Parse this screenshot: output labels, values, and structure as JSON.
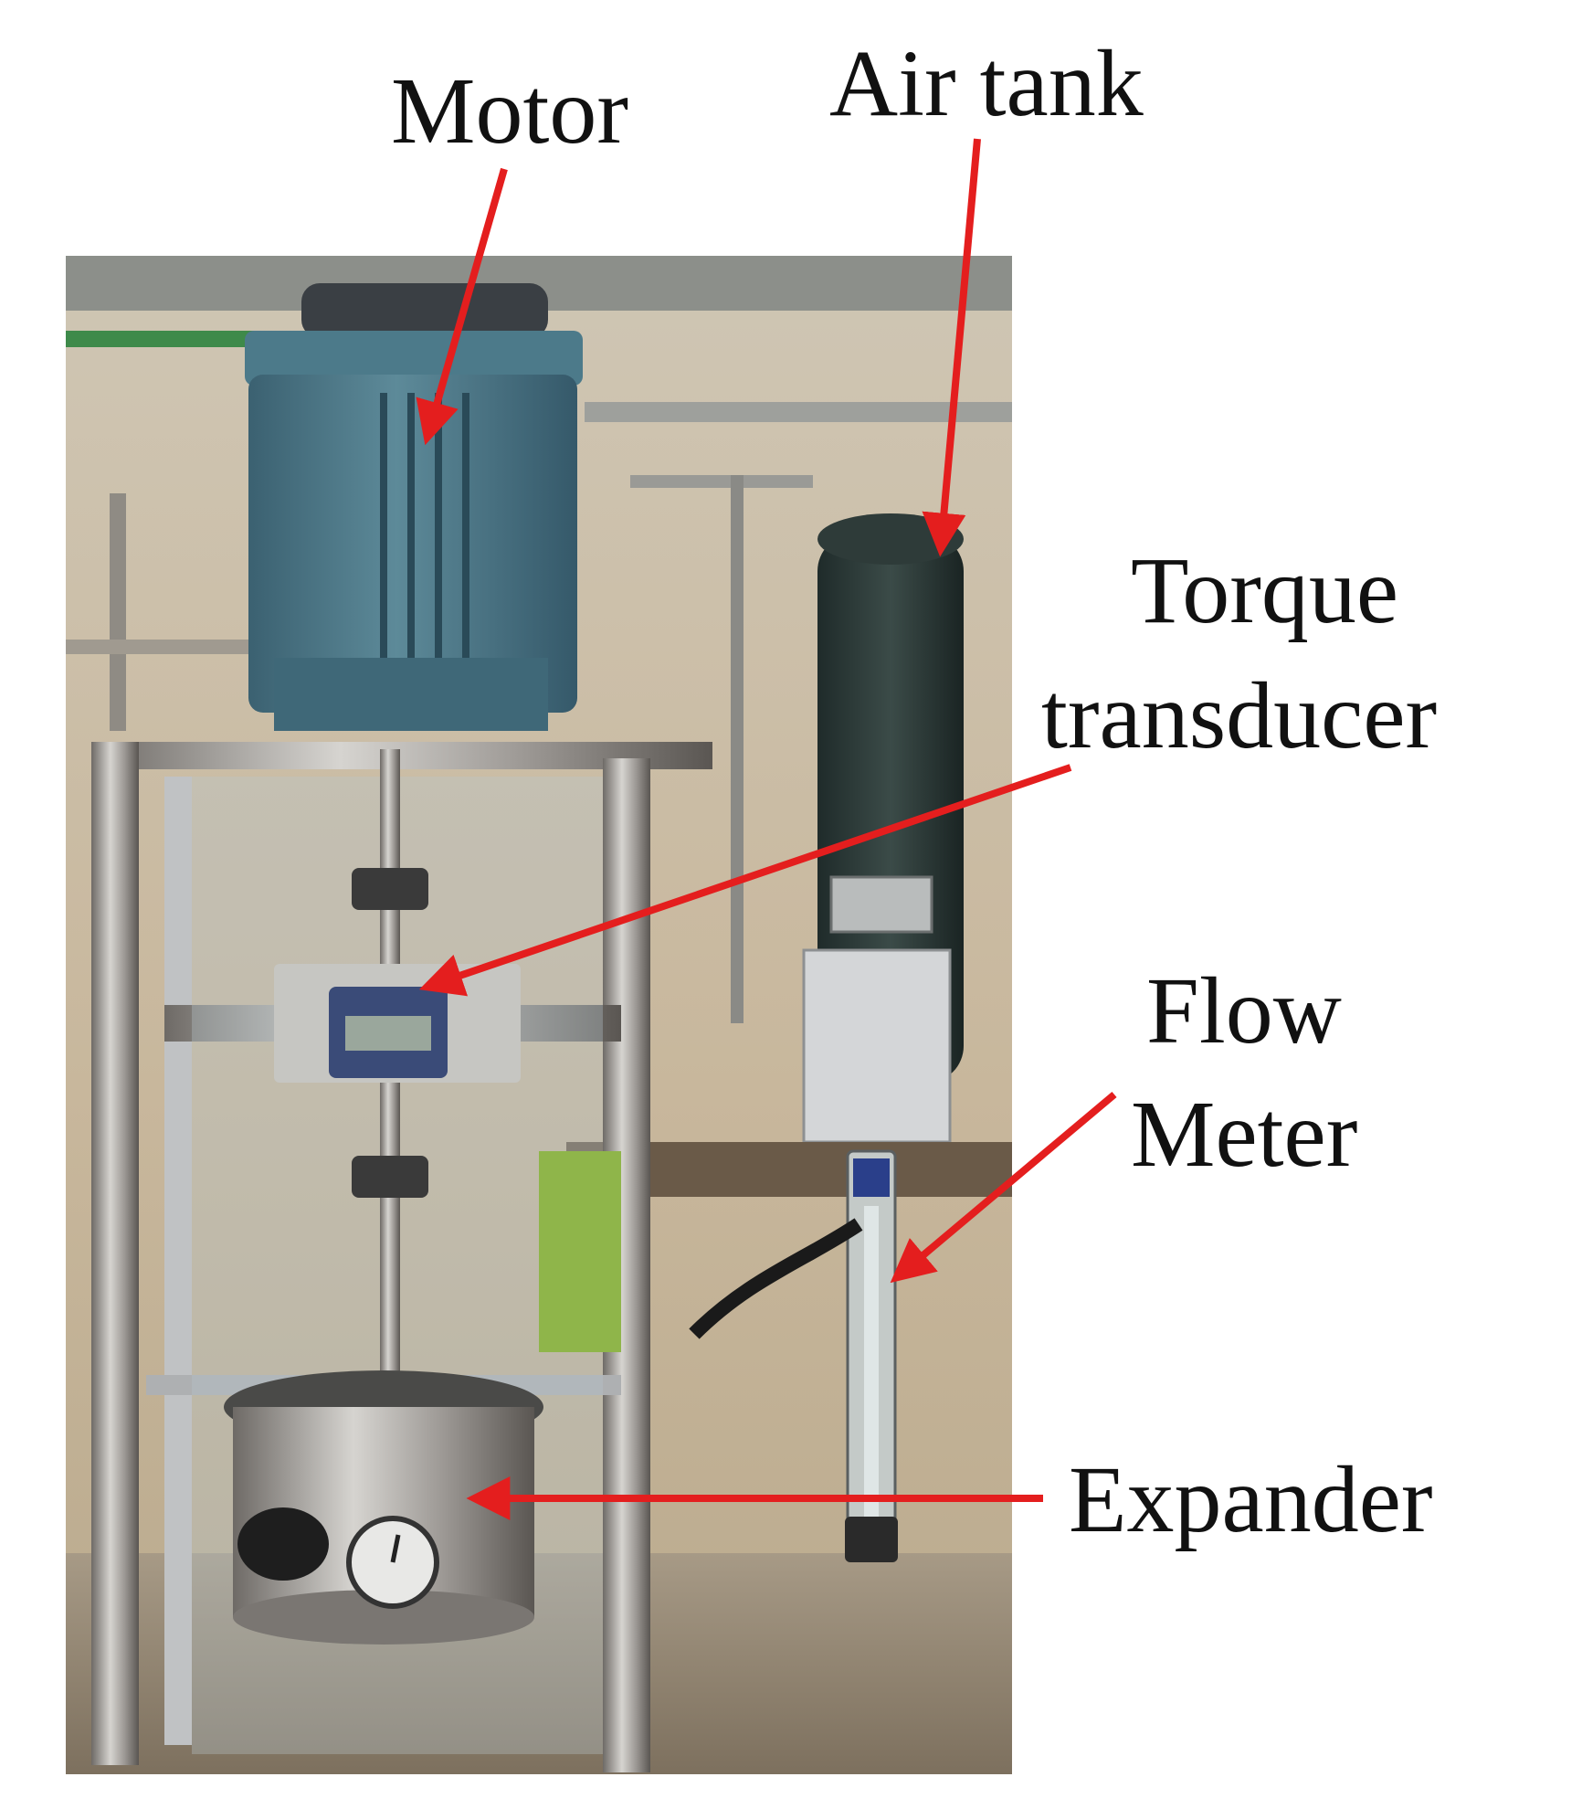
{
  "figure": {
    "labels": {
      "motor": "Motor",
      "air_tank": "Air tank",
      "torque_transducer": [
        "Torque",
        "transducer"
      ],
      "flow_meter": [
        "Flow",
        "Meter"
      ],
      "expander": "Expander"
    },
    "colors": {
      "arrow": "#e41e1e",
      "text": "#111111",
      "background": "#ffffff",
      "motor_body": "#4a7383",
      "tank": "#2a3836",
      "frame": "#d8dadc",
      "wall": "#c9bca6"
    },
    "components": [
      "motor",
      "torque-transducer",
      "expander",
      "air-tank",
      "flow-meter",
      "aluminum-frame",
      "shaft"
    ]
  }
}
